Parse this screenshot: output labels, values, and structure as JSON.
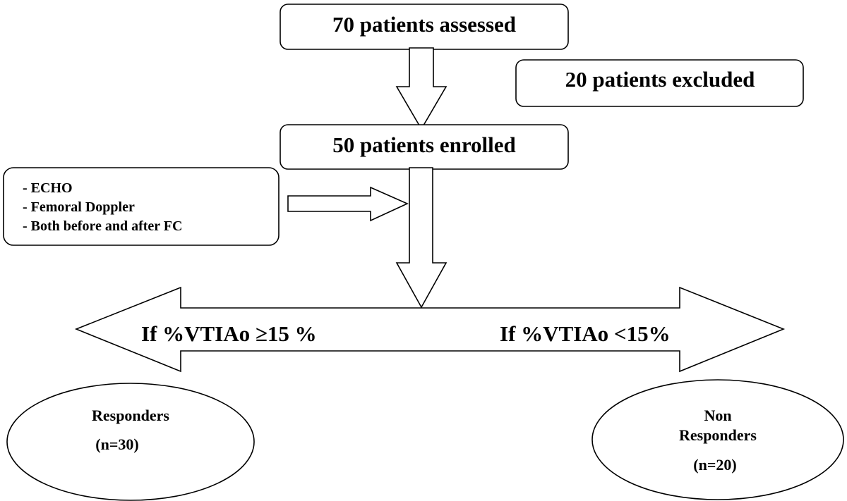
{
  "flowchart": {
    "assessed": "70 patients assessed",
    "excluded": "20 patients excluded",
    "enrolled": "50 patients enrolled",
    "procedures": [
      "- ECHO",
      "- Femoral Doppler",
      "- Both before and after FC"
    ],
    "condition_left": "If %VTIAo ≥15 %",
    "condition_right": "If %VTIAo <15%",
    "responders": {
      "label": "Responders",
      "count": "(n=30)"
    },
    "non_responders": {
      "label_line1": "Non",
      "label_line2": "Responders",
      "count": "(n=20)"
    }
  }
}
